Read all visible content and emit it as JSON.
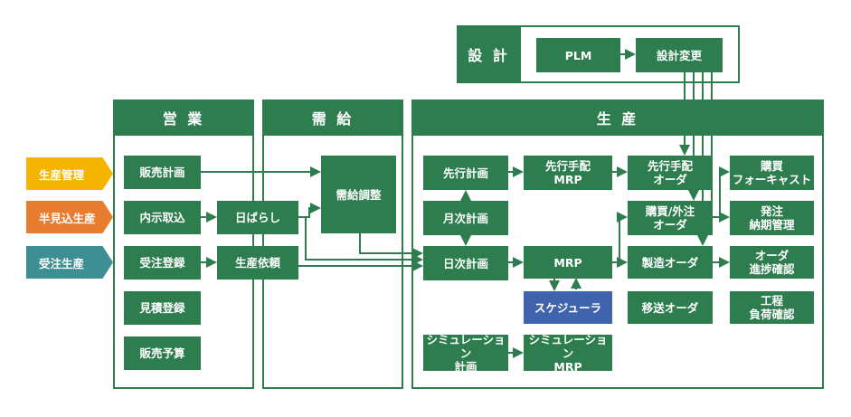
{
  "colors": {
    "green": "#2e7d4f",
    "blue": "#3f64ad",
    "yellow": "#f5b400",
    "orange": "#e87d2f",
    "teal": "#3d8f93"
  },
  "sides": [
    {
      "label": "生産管理",
      "color": "#f5b400"
    },
    {
      "label": "半見込生産",
      "color": "#e87d2f"
    },
    {
      "label": "受注生産",
      "color": "#3d8f93"
    }
  ],
  "sections": {
    "sekkei": "設 計",
    "eigyo": "営 業",
    "jukyu": "需 給",
    "seisan": "生 産"
  },
  "nodes": {
    "plm": "PLM",
    "sekkei_henko": "設計変更",
    "hanbai_keikaku": "販売計画",
    "naiji_torikomi": "内示取込",
    "juchu_toroku": "受注登録",
    "mitsumori_toroku": "見積登録",
    "hanbai_yosan": "販売予算",
    "hibarashi": "日ばらし",
    "seisan_irai": "生産依頼",
    "jukyu_chosei": "需給調整",
    "senko_keikaku": "先行計画",
    "getsuji_keikaku": "月次計画",
    "nichiji_keikaku": "日次計画",
    "sim_keikaku": "シミュレーション\n計画",
    "senko_tehai_mrp": "先行手配\nMRP",
    "mrp": "MRP",
    "scheduler": "スケジューラ",
    "sim_mrp": "シミュレーション\nMRP",
    "senko_tehai_order": "先行手配\nオーダ",
    "konyu_gaichu_order": "購買/外注\nオーダ",
    "seizo_order": "製造オーダ",
    "iso_order": "移送オーダ",
    "konyu_forecast": "購買\nフォーキャスト",
    "hatchu_noki": "発注\n納期管理",
    "order_shinchoku": "オーダ\n進捗確認",
    "kotei_fuka": "工程\n負荷確認"
  }
}
